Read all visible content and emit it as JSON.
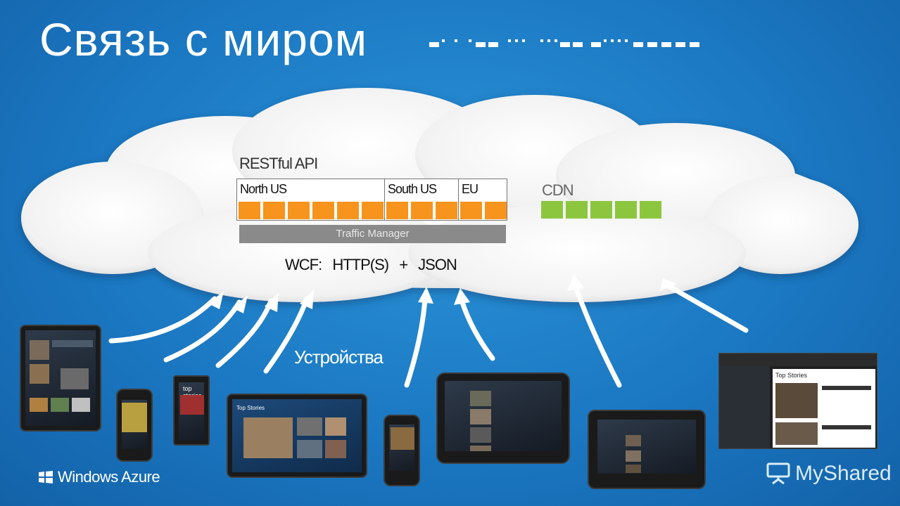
{
  "title": "Связь с миром",
  "morse": "-· · ·-- ··· ···-- -···· -----",
  "cloud": {
    "restful_api": "RESTful API",
    "regions": [
      {
        "name": "North US",
        "boxes": 6
      },
      {
        "name": "South US",
        "boxes": 3
      },
      {
        "name": "EU",
        "boxes": 2
      }
    ],
    "traffic_manager": "Traffic Manager",
    "cdn": {
      "label": "CDN",
      "boxes": 5
    },
    "wcf": "WCF: HTTP(S) + JSON"
  },
  "devices_label": "Устройства",
  "devices": {
    "tablet_1": "",
    "phone_1": "",
    "phone_2": "top stories",
    "tablet_2": "Top Stories",
    "phone_3": "",
    "tablet_3": "",
    "tablet_4": "",
    "browser": "Top Stories"
  },
  "footer": {
    "windows_azure": "Windows Azure",
    "myshared": "MyShared"
  },
  "colors": {
    "background": "#1b78c2",
    "orange": "#f7941d",
    "green": "#8cc63f",
    "traffic_bar": "#8a8a8a"
  }
}
